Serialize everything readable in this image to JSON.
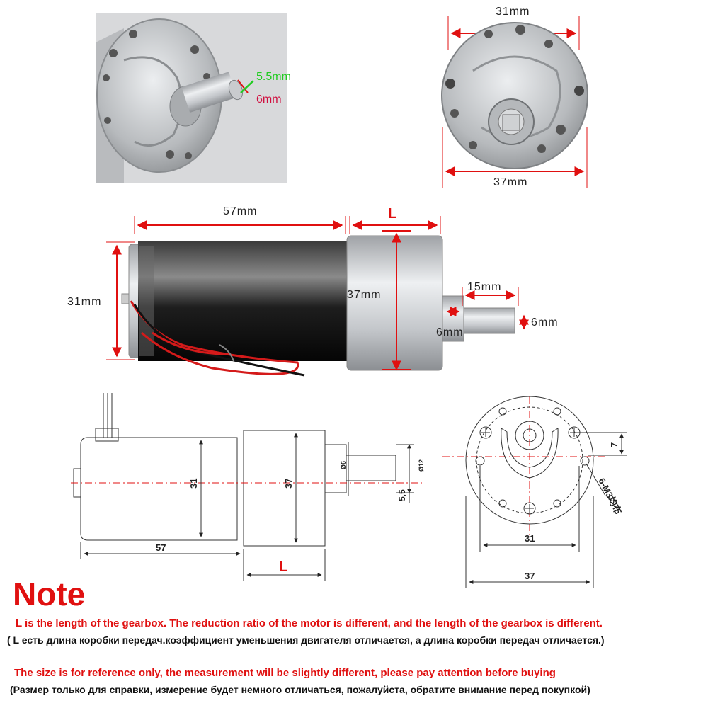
{
  "photos": {
    "shaft_closeup": {
      "flat_label": "5.5mm",
      "diameter_label": "6mm"
    },
    "front_view": {
      "hole_spacing_label": "31mm",
      "diameter_label": "37mm"
    },
    "side_view": {
      "motor_length_label": "57mm",
      "gearbox_length_label": "L",
      "motor_diameter_label": "31mm",
      "gearbox_diameter_label": "37mm",
      "shaft_length_label": "15mm",
      "shaft_diameter_label": "6mm",
      "collar_label": "6mm"
    }
  },
  "drawing": {
    "side": {
      "motor_diameter": "31",
      "gearbox_diameter": "37",
      "shaft_diameter": "Ø6",
      "collar_diameter": "Ø12",
      "flat": "5,5",
      "motor_length": "57",
      "gearbox_length": "L"
    },
    "front": {
      "offset": "7",
      "holes": "6-M3均布",
      "hole_spacing": "31",
      "diameter": "37"
    }
  },
  "note": {
    "title": "Note",
    "line1": "L is the length of the gearbox. The reduction ratio of the motor is different, and the length of the gearbox is different.",
    "line2": "( L есть длина коробки передач.коэффициент уменьшения двигателя отличается,  а длина коробки передач отличается.)",
    "line3": "The size is for reference only, the measurement will be slightly different, please pay attention before buying",
    "line4": "(Размер только для справки, измерение будет немного отличаться, пожалуйста, обратите внимание перед покупкой)"
  },
  "colors": {
    "dimension_red": "#e01010",
    "green_marker": "#22cc22",
    "crimson_label": "#d01040",
    "gray_metal": "#c6c8cb"
  }
}
